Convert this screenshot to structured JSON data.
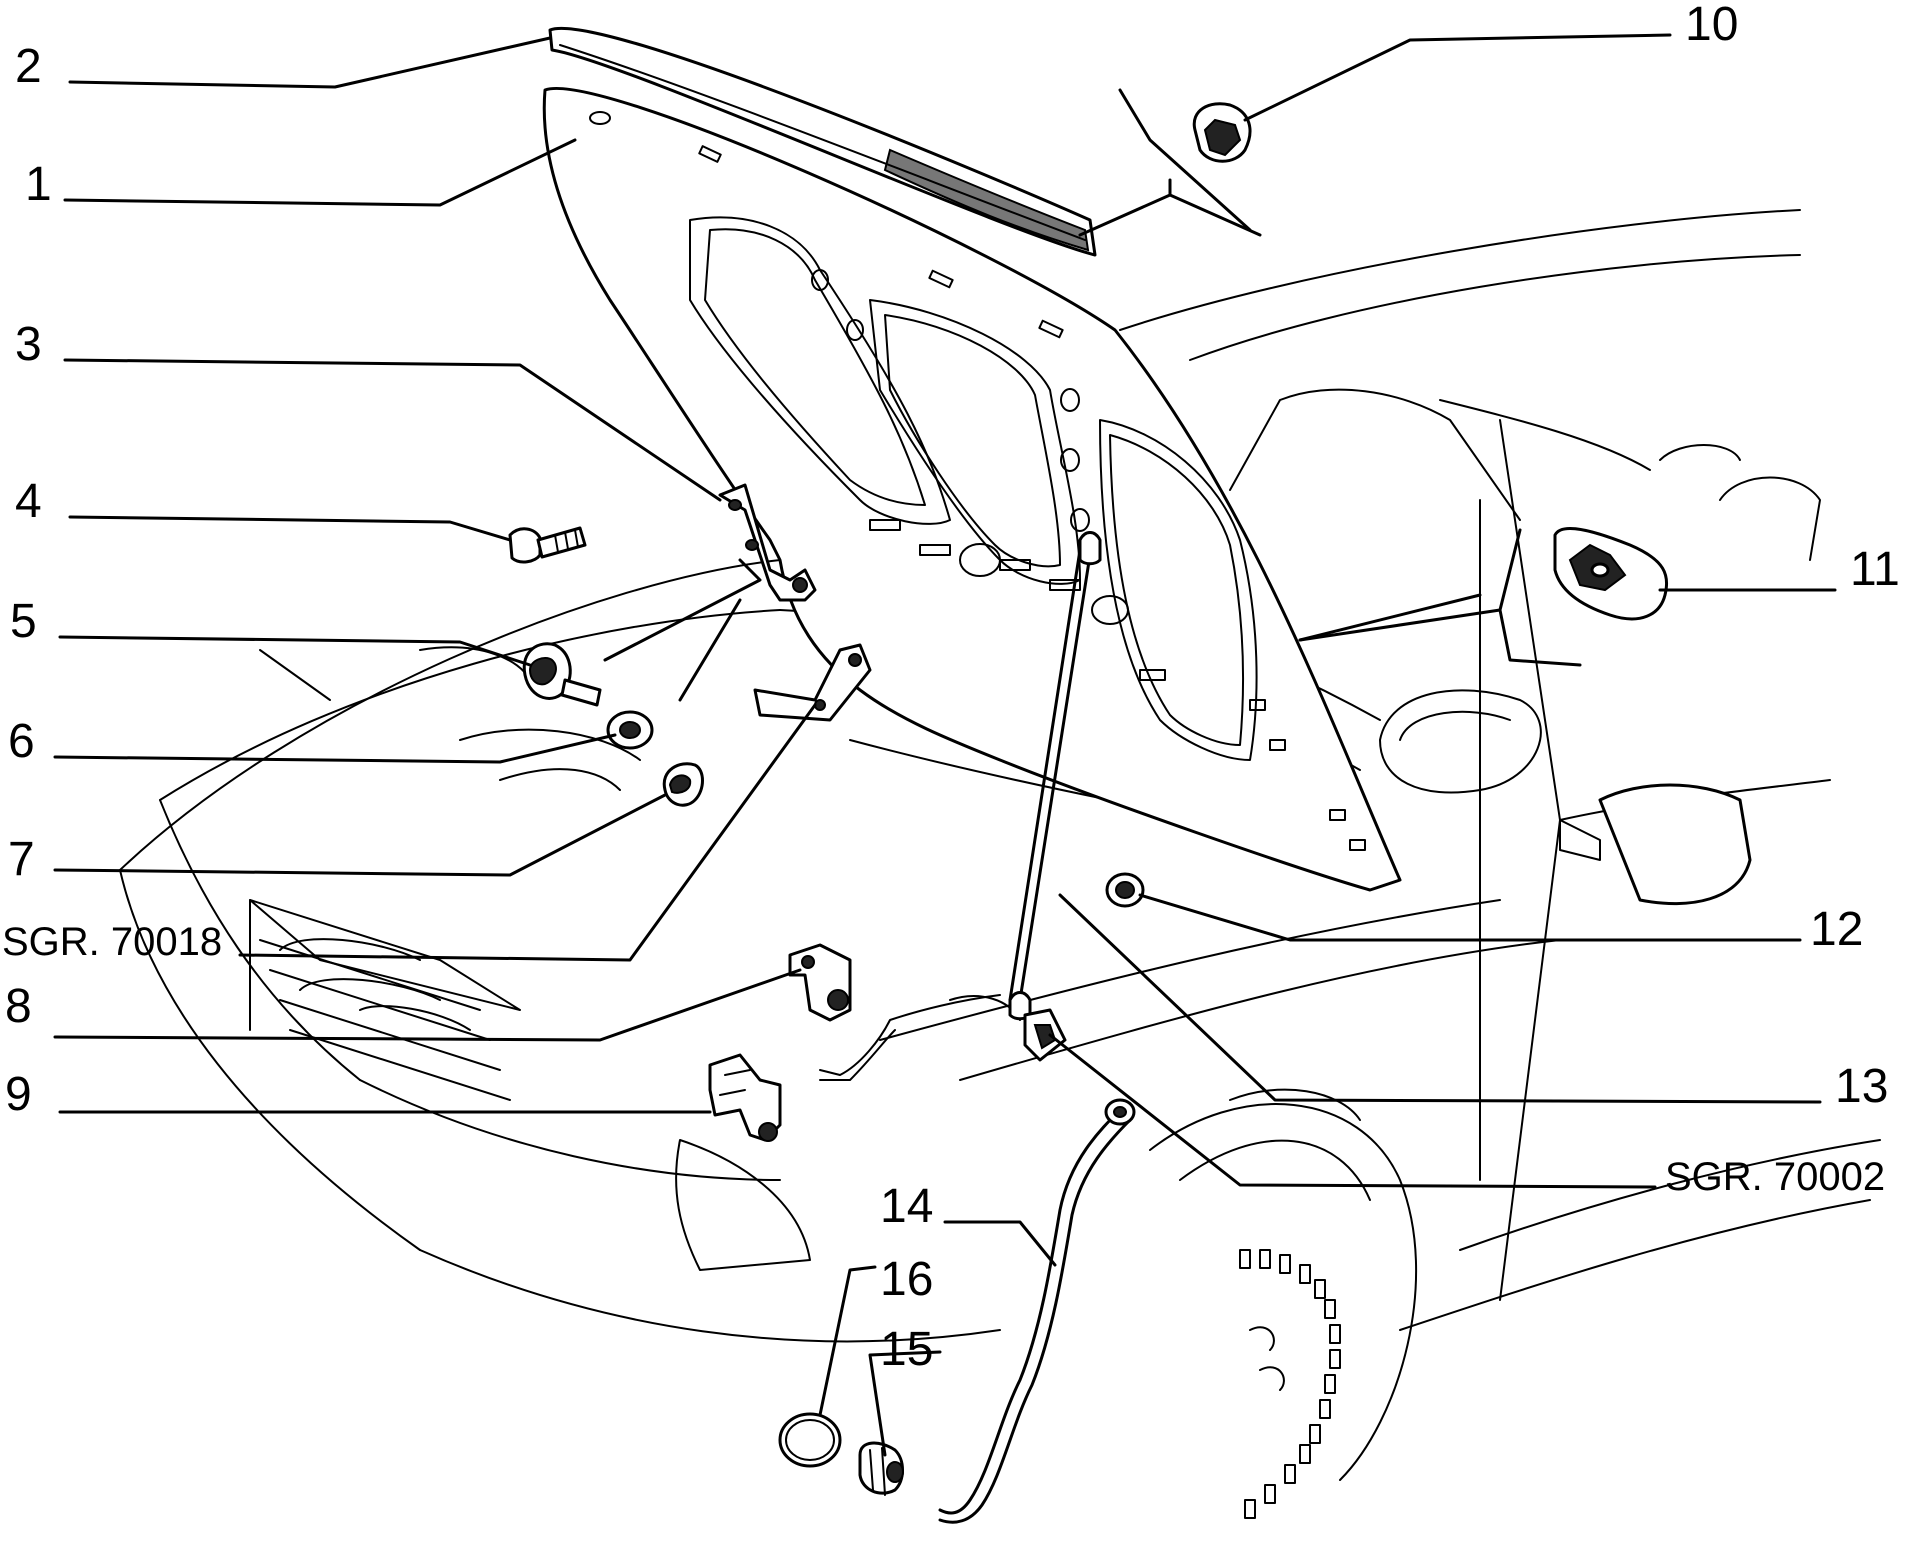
{
  "diagram": {
    "callouts": [
      {
        "id": "c1",
        "text": "1"
      },
      {
        "id": "c2",
        "text": "2"
      },
      {
        "id": "c3",
        "text": "3"
      },
      {
        "id": "c4",
        "text": "4"
      },
      {
        "id": "c5",
        "text": "5"
      },
      {
        "id": "c6",
        "text": "6"
      },
      {
        "id": "c7",
        "text": "7"
      },
      {
        "id": "c8",
        "text": "8"
      },
      {
        "id": "c9",
        "text": "9"
      },
      {
        "id": "c10",
        "text": "10"
      },
      {
        "id": "c11",
        "text": "11"
      },
      {
        "id": "c12",
        "text": "12"
      },
      {
        "id": "c13",
        "text": "13"
      },
      {
        "id": "c14",
        "text": "14"
      },
      {
        "id": "c15",
        "text": "15"
      },
      {
        "id": "c16",
        "text": "16"
      }
    ],
    "references": [
      {
        "id": "r1",
        "text": "SGR. 70018"
      },
      {
        "id": "r2",
        "text": "SGR. 70002"
      }
    ],
    "colors": {
      "line": "#000000",
      "background": "#ffffff"
    }
  }
}
